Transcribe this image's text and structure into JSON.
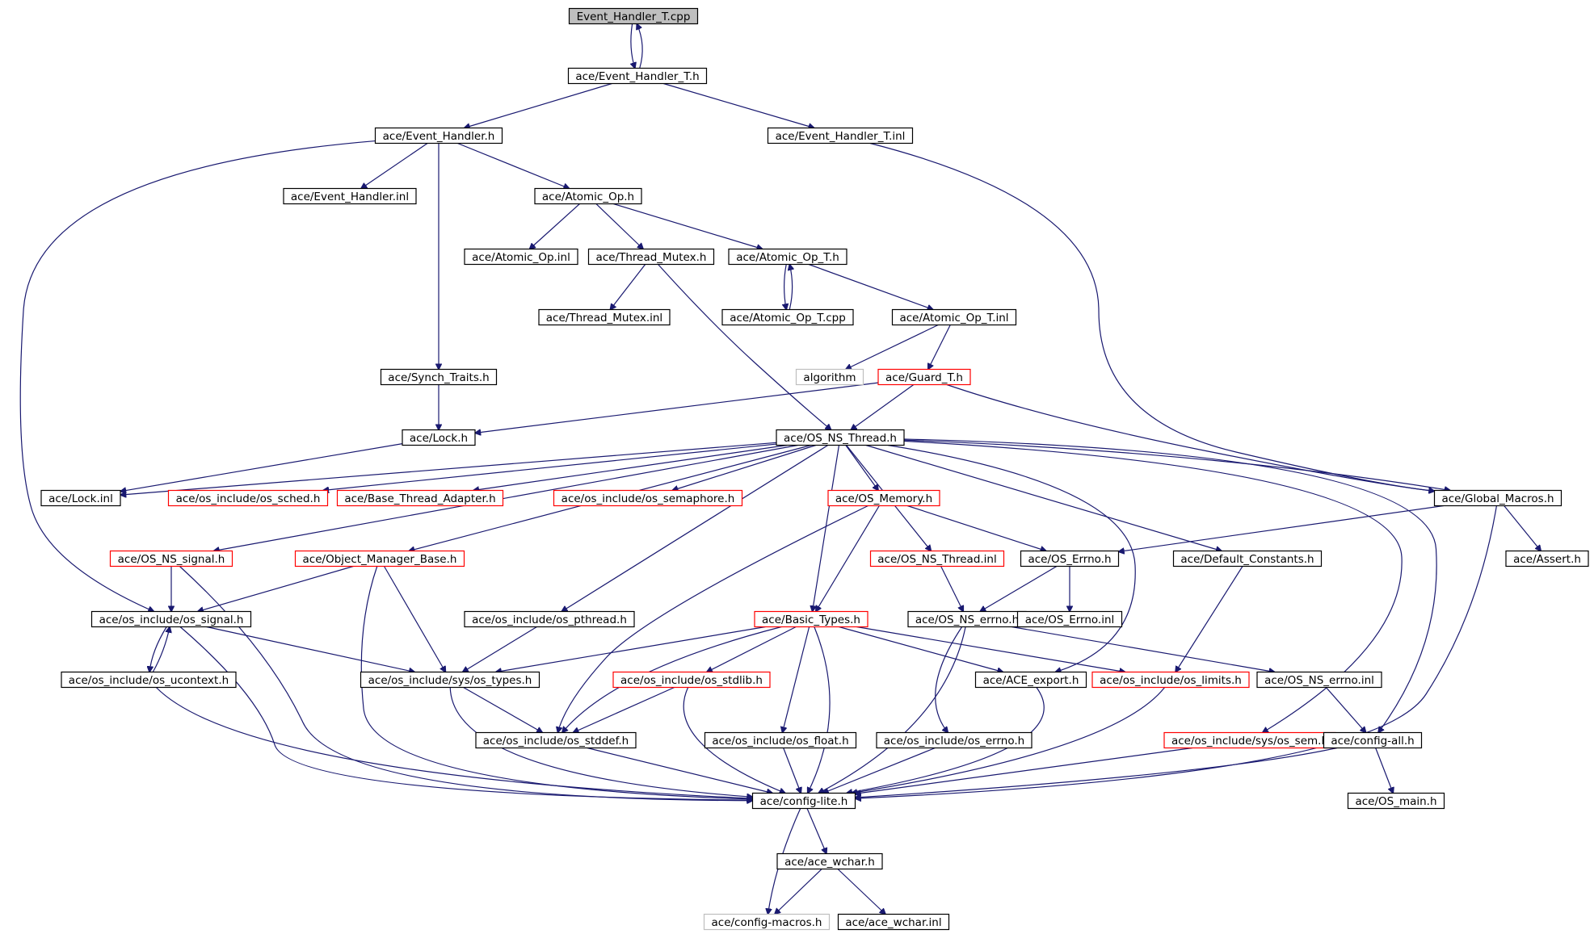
{
  "diagram": {
    "kind": "include-dependency-graph",
    "colors": {
      "edge": "#191970",
      "root_fill": "#bfbfbf",
      "node_border": "#000000",
      "missing_border": "#ff0000",
      "external_border": "#bfbfbf"
    },
    "nodes": [
      {
        "id": "root",
        "label": "Event_Handler_T.cpp",
        "style": "root"
      },
      {
        "id": "eht_h",
        "label": "ace/Event_Handler_T.h",
        "style": "normal"
      },
      {
        "id": "eh_h",
        "label": "ace/Event_Handler.h",
        "style": "normal"
      },
      {
        "id": "eht_inl",
        "label": "ace/Event_Handler_T.inl",
        "style": "normal"
      },
      {
        "id": "eh_inl",
        "label": "ace/Event_Handler.inl",
        "style": "normal"
      },
      {
        "id": "aop_h",
        "label": "ace/Atomic_Op.h",
        "style": "normal"
      },
      {
        "id": "aop_inl",
        "label": "ace/Atomic_Op.inl",
        "style": "normal"
      },
      {
        "id": "tm_h",
        "label": "ace/Thread_Mutex.h",
        "style": "normal"
      },
      {
        "id": "aopt_h",
        "label": "ace/Atomic_Op_T.h",
        "style": "normal"
      },
      {
        "id": "tm_inl",
        "label": "ace/Thread_Mutex.inl",
        "style": "normal"
      },
      {
        "id": "aopt_cpp",
        "label": "ace/Atomic_Op_T.cpp",
        "style": "normal"
      },
      {
        "id": "aopt_inl",
        "label": "ace/Atomic_Op_T.inl",
        "style": "normal"
      },
      {
        "id": "st_h",
        "label": "ace/Synch_Traits.h",
        "style": "normal"
      },
      {
        "id": "algorithm",
        "label": "algorithm",
        "style": "external"
      },
      {
        "id": "guard_h",
        "label": "ace/Guard_T.h",
        "style": "missing"
      },
      {
        "id": "lock_h",
        "label": "ace/Lock.h",
        "style": "normal"
      },
      {
        "id": "osnst_h",
        "label": "ace/OS_NS_Thread.h",
        "style": "normal"
      },
      {
        "id": "lock_inl",
        "label": "ace/Lock.inl",
        "style": "normal"
      },
      {
        "id": "sched_h",
        "label": "ace/os_include/os_sched.h",
        "style": "missing"
      },
      {
        "id": "bta_h",
        "label": "ace/Base_Thread_Adapter.h",
        "style": "missing"
      },
      {
        "id": "sem_h",
        "label": "ace/os_include/os_semaphore.h",
        "style": "missing"
      },
      {
        "id": "osmem_h",
        "label": "ace/OS_Memory.h",
        "style": "missing"
      },
      {
        "id": "gm_h",
        "label": "ace/Global_Macros.h",
        "style": "normal"
      },
      {
        "id": "osnssig_h",
        "label": "ace/OS_NS_signal.h",
        "style": "missing"
      },
      {
        "id": "omb_h",
        "label": "ace/Object_Manager_Base.h",
        "style": "missing"
      },
      {
        "id": "osnst_inl",
        "label": "ace/OS_NS_Thread.inl",
        "style": "missing"
      },
      {
        "id": "oserrno_h",
        "label": "ace/OS_Errno.h",
        "style": "normal"
      },
      {
        "id": "dc_h",
        "label": "ace/Default_Constants.h",
        "style": "normal"
      },
      {
        "id": "assert_h",
        "label": "ace/Assert.h",
        "style": "normal"
      },
      {
        "id": "ossignal_h",
        "label": "ace/os_include/os_signal.h",
        "style": "normal"
      },
      {
        "id": "pthread_h",
        "label": "ace/os_include/os_pthread.h",
        "style": "normal"
      },
      {
        "id": "bt_h",
        "label": "ace/Basic_Types.h",
        "style": "missing"
      },
      {
        "id": "osnserrno_h",
        "label": "ace/OS_NS_errno.h",
        "style": "normal"
      },
      {
        "id": "oserrno_inl",
        "label": "ace/OS_Errno.inl",
        "style": "normal"
      },
      {
        "id": "ucontext_h",
        "label": "ace/os_include/os_ucontext.h",
        "style": "normal"
      },
      {
        "id": "systypes_h",
        "label": "ace/os_include/sys/os_types.h",
        "style": "normal"
      },
      {
        "id": "stdlib_h",
        "label": "ace/os_include/os_stdlib.h",
        "style": "missing"
      },
      {
        "id": "export_h",
        "label": "ace/ACE_export.h",
        "style": "normal"
      },
      {
        "id": "limits_h",
        "label": "ace/os_include/os_limits.h",
        "style": "missing"
      },
      {
        "id": "osnserrno_inl",
        "label": "ace/OS_NS_errno.inl",
        "style": "normal"
      },
      {
        "id": "stddef_h",
        "label": "ace/os_include/os_stddef.h",
        "style": "normal"
      },
      {
        "id": "float_h",
        "label": "ace/os_include/os_float.h",
        "style": "normal"
      },
      {
        "id": "errno_h",
        "label": "ace/os_include/os_errno.h",
        "style": "normal"
      },
      {
        "id": "syssem_h",
        "label": "ace/os_include/sys/os_sem.h",
        "style": "missing"
      },
      {
        "id": "configall_h",
        "label": "ace/config-all.h",
        "style": "normal"
      },
      {
        "id": "configlite_h",
        "label": "ace/config-lite.h",
        "style": "normal"
      },
      {
        "id": "osmain_h",
        "label": "ace/OS_main.h",
        "style": "normal"
      },
      {
        "id": "wchar_h",
        "label": "ace/ace_wchar.h",
        "style": "normal"
      },
      {
        "id": "configmacros_h",
        "label": "ace/config-macros.h",
        "style": "external"
      },
      {
        "id": "wchar_inl",
        "label": "ace/ace_wchar.inl",
        "style": "normal"
      }
    ],
    "edges": [
      {
        "from": "root",
        "to": "eht_h"
      },
      {
        "from": "eht_h",
        "to": "root"
      },
      {
        "from": "eht_h",
        "to": "eh_h"
      },
      {
        "from": "eht_h",
        "to": "eht_inl"
      },
      {
        "from": "eh_h",
        "to": "eh_inl"
      },
      {
        "from": "eh_h",
        "to": "aop_h"
      },
      {
        "from": "eh_h",
        "to": "st_h"
      },
      {
        "from": "eh_h",
        "to": "ossignal_h"
      },
      {
        "from": "eht_inl",
        "to": "gm_h"
      },
      {
        "from": "aop_h",
        "to": "aop_inl"
      },
      {
        "from": "aop_h",
        "to": "tm_h"
      },
      {
        "from": "aop_h",
        "to": "aopt_h"
      },
      {
        "from": "tm_h",
        "to": "tm_inl"
      },
      {
        "from": "tm_h",
        "to": "osnst_h"
      },
      {
        "from": "aopt_h",
        "to": "aopt_cpp"
      },
      {
        "from": "aopt_cpp",
        "to": "aopt_h"
      },
      {
        "from": "aopt_h",
        "to": "aopt_inl"
      },
      {
        "from": "aopt_inl",
        "to": "algorithm"
      },
      {
        "from": "aopt_inl",
        "to": "guard_h"
      },
      {
        "from": "st_h",
        "to": "lock_h"
      },
      {
        "from": "guard_h",
        "to": "lock_h"
      },
      {
        "from": "guard_h",
        "to": "osnst_h"
      },
      {
        "from": "guard_h",
        "to": "gm_h"
      },
      {
        "from": "lock_h",
        "to": "lock_inl"
      },
      {
        "from": "osnst_h",
        "to": "lock_inl"
      },
      {
        "from": "osnst_h",
        "to": "sched_h"
      },
      {
        "from": "osnst_h",
        "to": "bta_h"
      },
      {
        "from": "osnst_h",
        "to": "sem_h"
      },
      {
        "from": "osnst_h",
        "to": "osmem_h"
      },
      {
        "from": "osnst_h",
        "to": "gm_h"
      },
      {
        "from": "osnst_h",
        "to": "osnssig_h"
      },
      {
        "from": "osnst_h",
        "to": "omb_h"
      },
      {
        "from": "osnst_h",
        "to": "osnst_inl"
      },
      {
        "from": "osnst_h",
        "to": "dc_h"
      },
      {
        "from": "osnst_h",
        "to": "pthread_h"
      },
      {
        "from": "osnst_h",
        "to": "bt_h"
      },
      {
        "from": "osnst_h",
        "to": "export_h"
      },
      {
        "from": "osnst_h",
        "to": "syssem_h"
      },
      {
        "from": "osnst_h",
        "to": "configall_h"
      },
      {
        "from": "osmem_h",
        "to": "oserrno_h"
      },
      {
        "from": "osmem_h",
        "to": "bt_h"
      },
      {
        "from": "osmem_h",
        "to": "stddef_h"
      },
      {
        "from": "gm_h",
        "to": "oserrno_h"
      },
      {
        "from": "gm_h",
        "to": "assert_h"
      },
      {
        "from": "gm_h",
        "to": "configlite_h"
      },
      {
        "from": "osnssig_h",
        "to": "ossignal_h"
      },
      {
        "from": "osnssig_h",
        "to": "configlite_h"
      },
      {
        "from": "omb_h",
        "to": "ossignal_h"
      },
      {
        "from": "omb_h",
        "to": "systypes_h"
      },
      {
        "from": "omb_h",
        "to": "configlite_h"
      },
      {
        "from": "osnst_inl",
        "to": "osnserrno_h"
      },
      {
        "from": "oserrno_h",
        "to": "osnserrno_h"
      },
      {
        "from": "oserrno_h",
        "to": "oserrno_inl"
      },
      {
        "from": "dc_h",
        "to": "limits_h"
      },
      {
        "from": "ossignal_h",
        "to": "ucontext_h"
      },
      {
        "from": "ucontext_h",
        "to": "ossignal_h"
      },
      {
        "from": "ossignal_h",
        "to": "systypes_h"
      },
      {
        "from": "ossignal_h",
        "to": "configlite_h"
      },
      {
        "from": "pthread_h",
        "to": "systypes_h"
      },
      {
        "from": "bt_h",
        "to": "systypes_h"
      },
      {
        "from": "bt_h",
        "to": "stdlib_h"
      },
      {
        "from": "bt_h",
        "to": "stddef_h"
      },
      {
        "from": "bt_h",
        "to": "float_h"
      },
      {
        "from": "bt_h",
        "to": "export_h"
      },
      {
        "from": "bt_h",
        "to": "limits_h"
      },
      {
        "from": "bt_h",
        "to": "configlite_h"
      },
      {
        "from": "osnserrno_h",
        "to": "osnserrno_inl"
      },
      {
        "from": "osnserrno_h",
        "to": "errno_h"
      },
      {
        "from": "osnserrno_h",
        "to": "configlite_h"
      },
      {
        "from": "ucontext_h",
        "to": "configlite_h"
      },
      {
        "from": "systypes_h",
        "to": "stddef_h"
      },
      {
        "from": "systypes_h",
        "to": "configlite_h"
      },
      {
        "from": "stdlib_h",
        "to": "stddef_h"
      },
      {
        "from": "stdlib_h",
        "to": "configlite_h"
      },
      {
        "from": "export_h",
        "to": "configlite_h"
      },
      {
        "from": "limits_h",
        "to": "configlite_h"
      },
      {
        "from": "osnserrno_inl",
        "to": "configall_h"
      },
      {
        "from": "stddef_h",
        "to": "configlite_h"
      },
      {
        "from": "float_h",
        "to": "configlite_h"
      },
      {
        "from": "errno_h",
        "to": "configlite_h"
      },
      {
        "from": "syssem_h",
        "to": "configlite_h"
      },
      {
        "from": "configall_h",
        "to": "configlite_h"
      },
      {
        "from": "configall_h",
        "to": "osmain_h"
      },
      {
        "from": "configlite_h",
        "to": "wchar_h"
      },
      {
        "from": "configlite_h",
        "to": "configmacros_h"
      },
      {
        "from": "wchar_h",
        "to": "configmacros_h"
      },
      {
        "from": "wchar_h",
        "to": "wchar_inl"
      }
    ]
  }
}
